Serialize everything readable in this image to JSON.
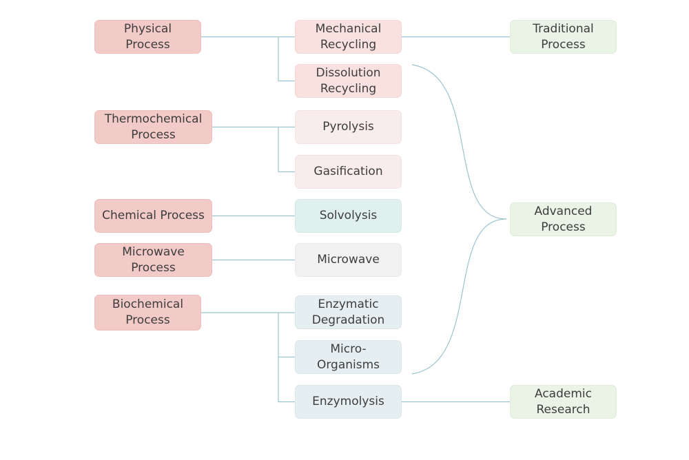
{
  "categories": {
    "physical": "Physical\nProcess",
    "thermochemical": "Thermochemical\nProcess",
    "chemical": "Chemical Process",
    "microwave": "Microwave\nProcess",
    "biochemical": "Biochemical\nProcess"
  },
  "methods": {
    "mechanical": "Mechanical\nRecycling",
    "dissolution": "Dissolution\nRecycling",
    "pyrolysis": "Pyrolysis",
    "gasification": "Gasification",
    "solvolysis": "Solvolysis",
    "microwave": "Microwave",
    "enzymatic": "Enzymatic\nDegradation",
    "micro_organisms": "Micro-\nOrganisms",
    "enzymolysis": "Enzymolysis"
  },
  "outcomes": {
    "traditional": "Traditional\nProcess",
    "advanced": "Advanced\nProcess",
    "academic": "Academic\nResearch"
  },
  "colors": {
    "category_fill": "#f2cac7",
    "mechanical_fill": "#f9e1e0",
    "thermochemical_methods_fill": "#f8ecec",
    "solvolysis_fill": "#dff0ef",
    "microwave_fill": "#f1f1f1",
    "biochemical_methods_fill": "#e5eef1",
    "outcome_fill": "#e9f3e6",
    "connector": "#9bc3d0",
    "text": "#3d3d3d"
  }
}
